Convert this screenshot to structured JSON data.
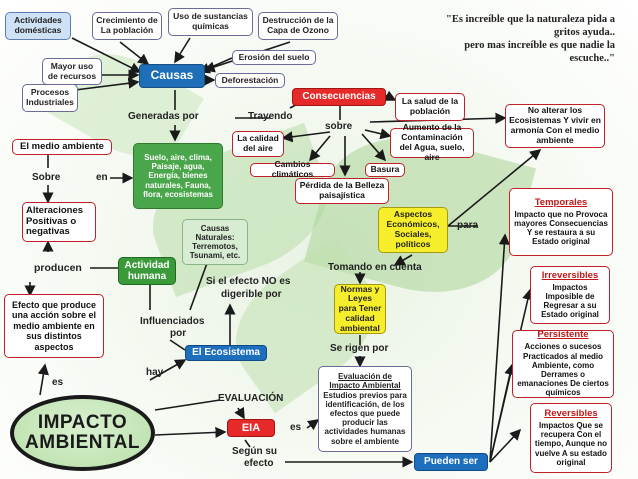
{
  "colors": {
    "line": "#1a1a1a",
    "red_border": "#c0202a",
    "green": "#4aa64a",
    "yellow": "#f6ee2a",
    "blue": "#1f6fb8"
  },
  "quote": {
    "line1": "\"Es increíble que la naturaleza pida a",
    "line2": "gritos ayuda..",
    "line3": "pero mas increíble es que nadie la",
    "line4": "escuche..\""
  },
  "title": {
    "line1": "IMPACTO",
    "line2": "AMBIENTAL"
  },
  "nodes": {
    "actividades": "Actividades domésticas",
    "crecimiento": "Crecimiento de La población",
    "uso": "Uso de sustancias químicas",
    "destruccion": "Destrucción de la Capa de Ozono",
    "erosion": "Erosión del suelo",
    "mayor_uso": "Mayor uso de recursos",
    "procesos": "Procesos Industriales",
    "causas": "Causas",
    "deforestacion": "Deforestación",
    "consecuencias": "Consecuencias",
    "salud": "La salud de la población",
    "medio_ambiente": "El medio ambiente",
    "suelo": "Suelo, aire, clima, Paisaje, agua, Energía, bienes naturales, Fauna, flora, ecosistemas",
    "calidad_aire": "La calidad del aire",
    "aumento": "Aumento de la Contaminación del Agua, suelo, aire",
    "no_alterar": "No alterar los Ecosistemas Y vivir en armonía Con el medio ambiente",
    "cambios": "Cambios climáticos",
    "basura": "Basura",
    "perdida": "Pérdida de la Belleza paisajística",
    "alteraciones": "Alteraciones Positivas o negativas",
    "aspectos_econ": "Aspectos Económicos, Sociales, políticos",
    "causas_nat": "Causas Naturales: Terremotos, Tsunami, etc.",
    "actividad_humana": "Actividad humana",
    "efecto": "Efecto que produce una acción sobre el medio ambiente en sus distintos aspectos",
    "normas": "Normas y Leyes para Tener calidad ambiental",
    "ecosistema": "El Ecosistema",
    "evaluacion_t": "Evaluación de Impacto Ambiental",
    "evaluacion_b": "Estudios previos para identificación, de los efectos que puede producir las actividades humanas sobre el ambiente",
    "eia": "EIA",
    "pueden_ser": "Pueden ser"
  },
  "labels": {
    "generadas_por": "Generadas por",
    "trayendo": "Trayendo",
    "sobre_r": "sobre",
    "sobre_l": "Sobre",
    "en": "en",
    "producen": "producen",
    "para": "para",
    "tomando": "Tomando en cuenta",
    "si_efecto_1": "Si el efecto NO es",
    "si_efecto_2": "digerible por",
    "influenciados_1": "Influenciados",
    "influenciados_2": "por",
    "se_rigen": "Se rigen por",
    "hay": "hay",
    "es_l": "es",
    "evaluacion": "EVALUACIÓN",
    "es_r": "es",
    "segun_1": "Según su",
    "segun_2": "efecto"
  },
  "types": [
    {
      "title": "Temporales",
      "body": "Impacto que no Provoca mayores Consecuencias Y se restaura a su Estado original"
    },
    {
      "title": "Irreversibles",
      "body": "Impactos Imposible de Regresar a su Estado original"
    },
    {
      "title": "Persistente",
      "body": "Acciones o sucesos Practicados al medio Ambiente, como Derrames o emanaciones De ciertos químicos"
    },
    {
      "title": "Reversibles",
      "body": "Impactos Que se recupera Con el tiempo, Aunque no vuelve A su estado original"
    }
  ]
}
